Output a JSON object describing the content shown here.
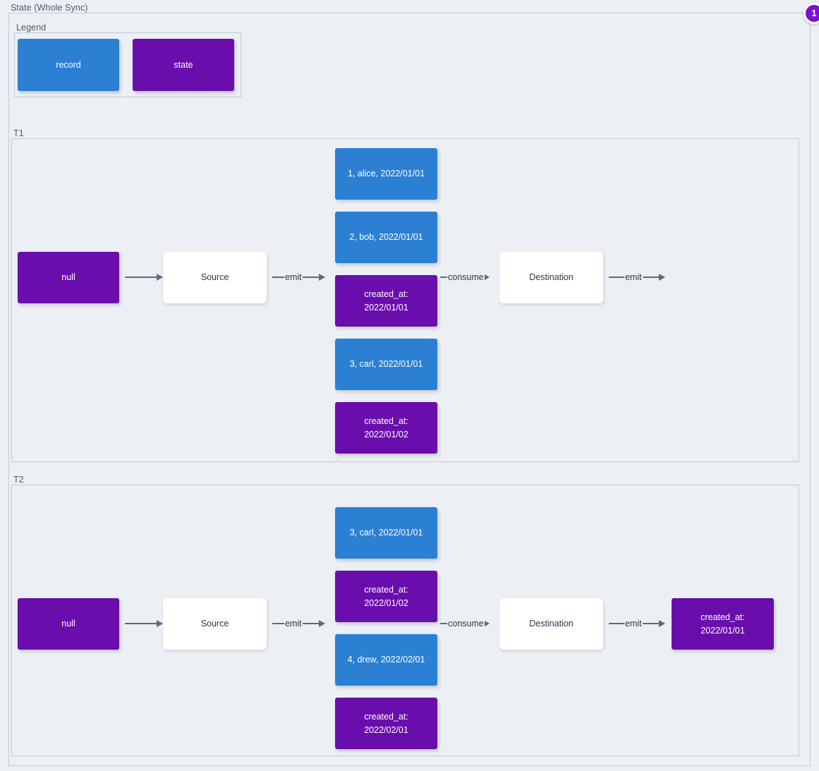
{
  "diagram": {
    "title": "State (Whole Sync)",
    "step_badge": "1",
    "legend": {
      "title": "Legend",
      "items": [
        {
          "label": "record",
          "type": "record",
          "color": "#2b80d4"
        },
        {
          "label": "state",
          "type": "state",
          "color": "#6a0dad"
        }
      ]
    },
    "timelines": [
      {
        "title": "T1",
        "initial_state": "null",
        "source_label": "Source",
        "destination_label": "Destination",
        "source_emit_label": "emit",
        "consume_label": "consume",
        "destination_emit_label": "emit",
        "stream": [
          {
            "label": "1, alice, 2022/01/01",
            "type": "record"
          },
          {
            "label": "2, bob, 2022/01/01",
            "type": "record"
          },
          {
            "label": "created_at:\n2022/01/01",
            "type": "state"
          },
          {
            "label": "3, carl, 2022/01/01",
            "type": "record"
          },
          {
            "label": "created_at:\n2022/01/02",
            "type": "state"
          }
        ],
        "final_state": null
      },
      {
        "title": "T2",
        "initial_state": "null",
        "source_label": "Source",
        "destination_label": "Destination",
        "source_emit_label": "emit",
        "consume_label": "consume",
        "destination_emit_label": "emit",
        "stream": [
          {
            "label": "3, carl, 2022/01/01",
            "type": "record"
          },
          {
            "label": "created_at:\n2022/01/02",
            "type": "state"
          },
          {
            "label": "4, drew, 2022/02/01",
            "type": "record"
          },
          {
            "label": "created_at:\n2022/02/01",
            "type": "state"
          }
        ],
        "final_state": "created_at:\n2022/01/01"
      }
    ]
  }
}
